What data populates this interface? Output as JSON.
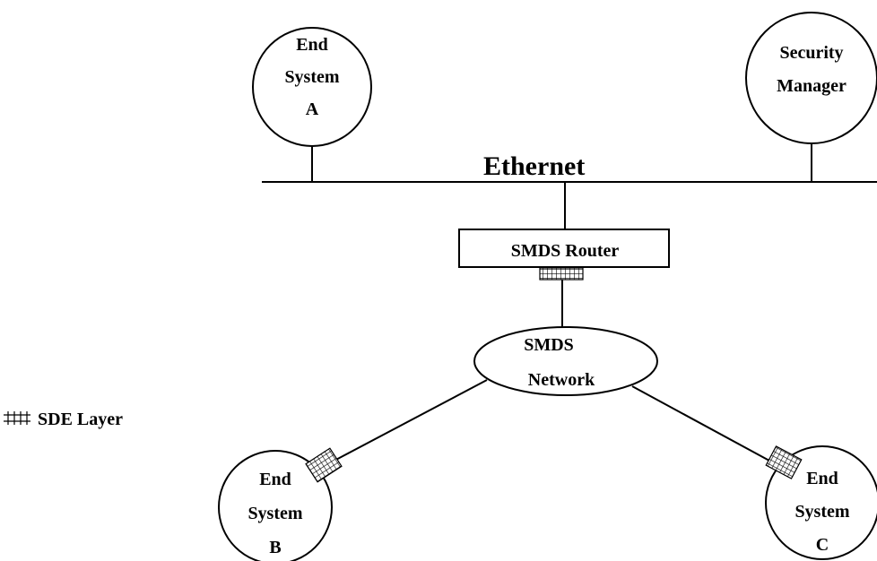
{
  "nodes": {
    "end_system_a": [
      "End",
      "System",
      "A"
    ],
    "security_manager": [
      "Security",
      "Manager"
    ],
    "ethernet": "Ethernet",
    "router": "SMDS Router",
    "network": [
      "SMDS",
      "Network"
    ],
    "end_system_b": [
      "End",
      "System",
      "B"
    ],
    "end_system_c": [
      "End",
      "System",
      "C"
    ]
  },
  "legend": {
    "label": "SDE Layer"
  }
}
